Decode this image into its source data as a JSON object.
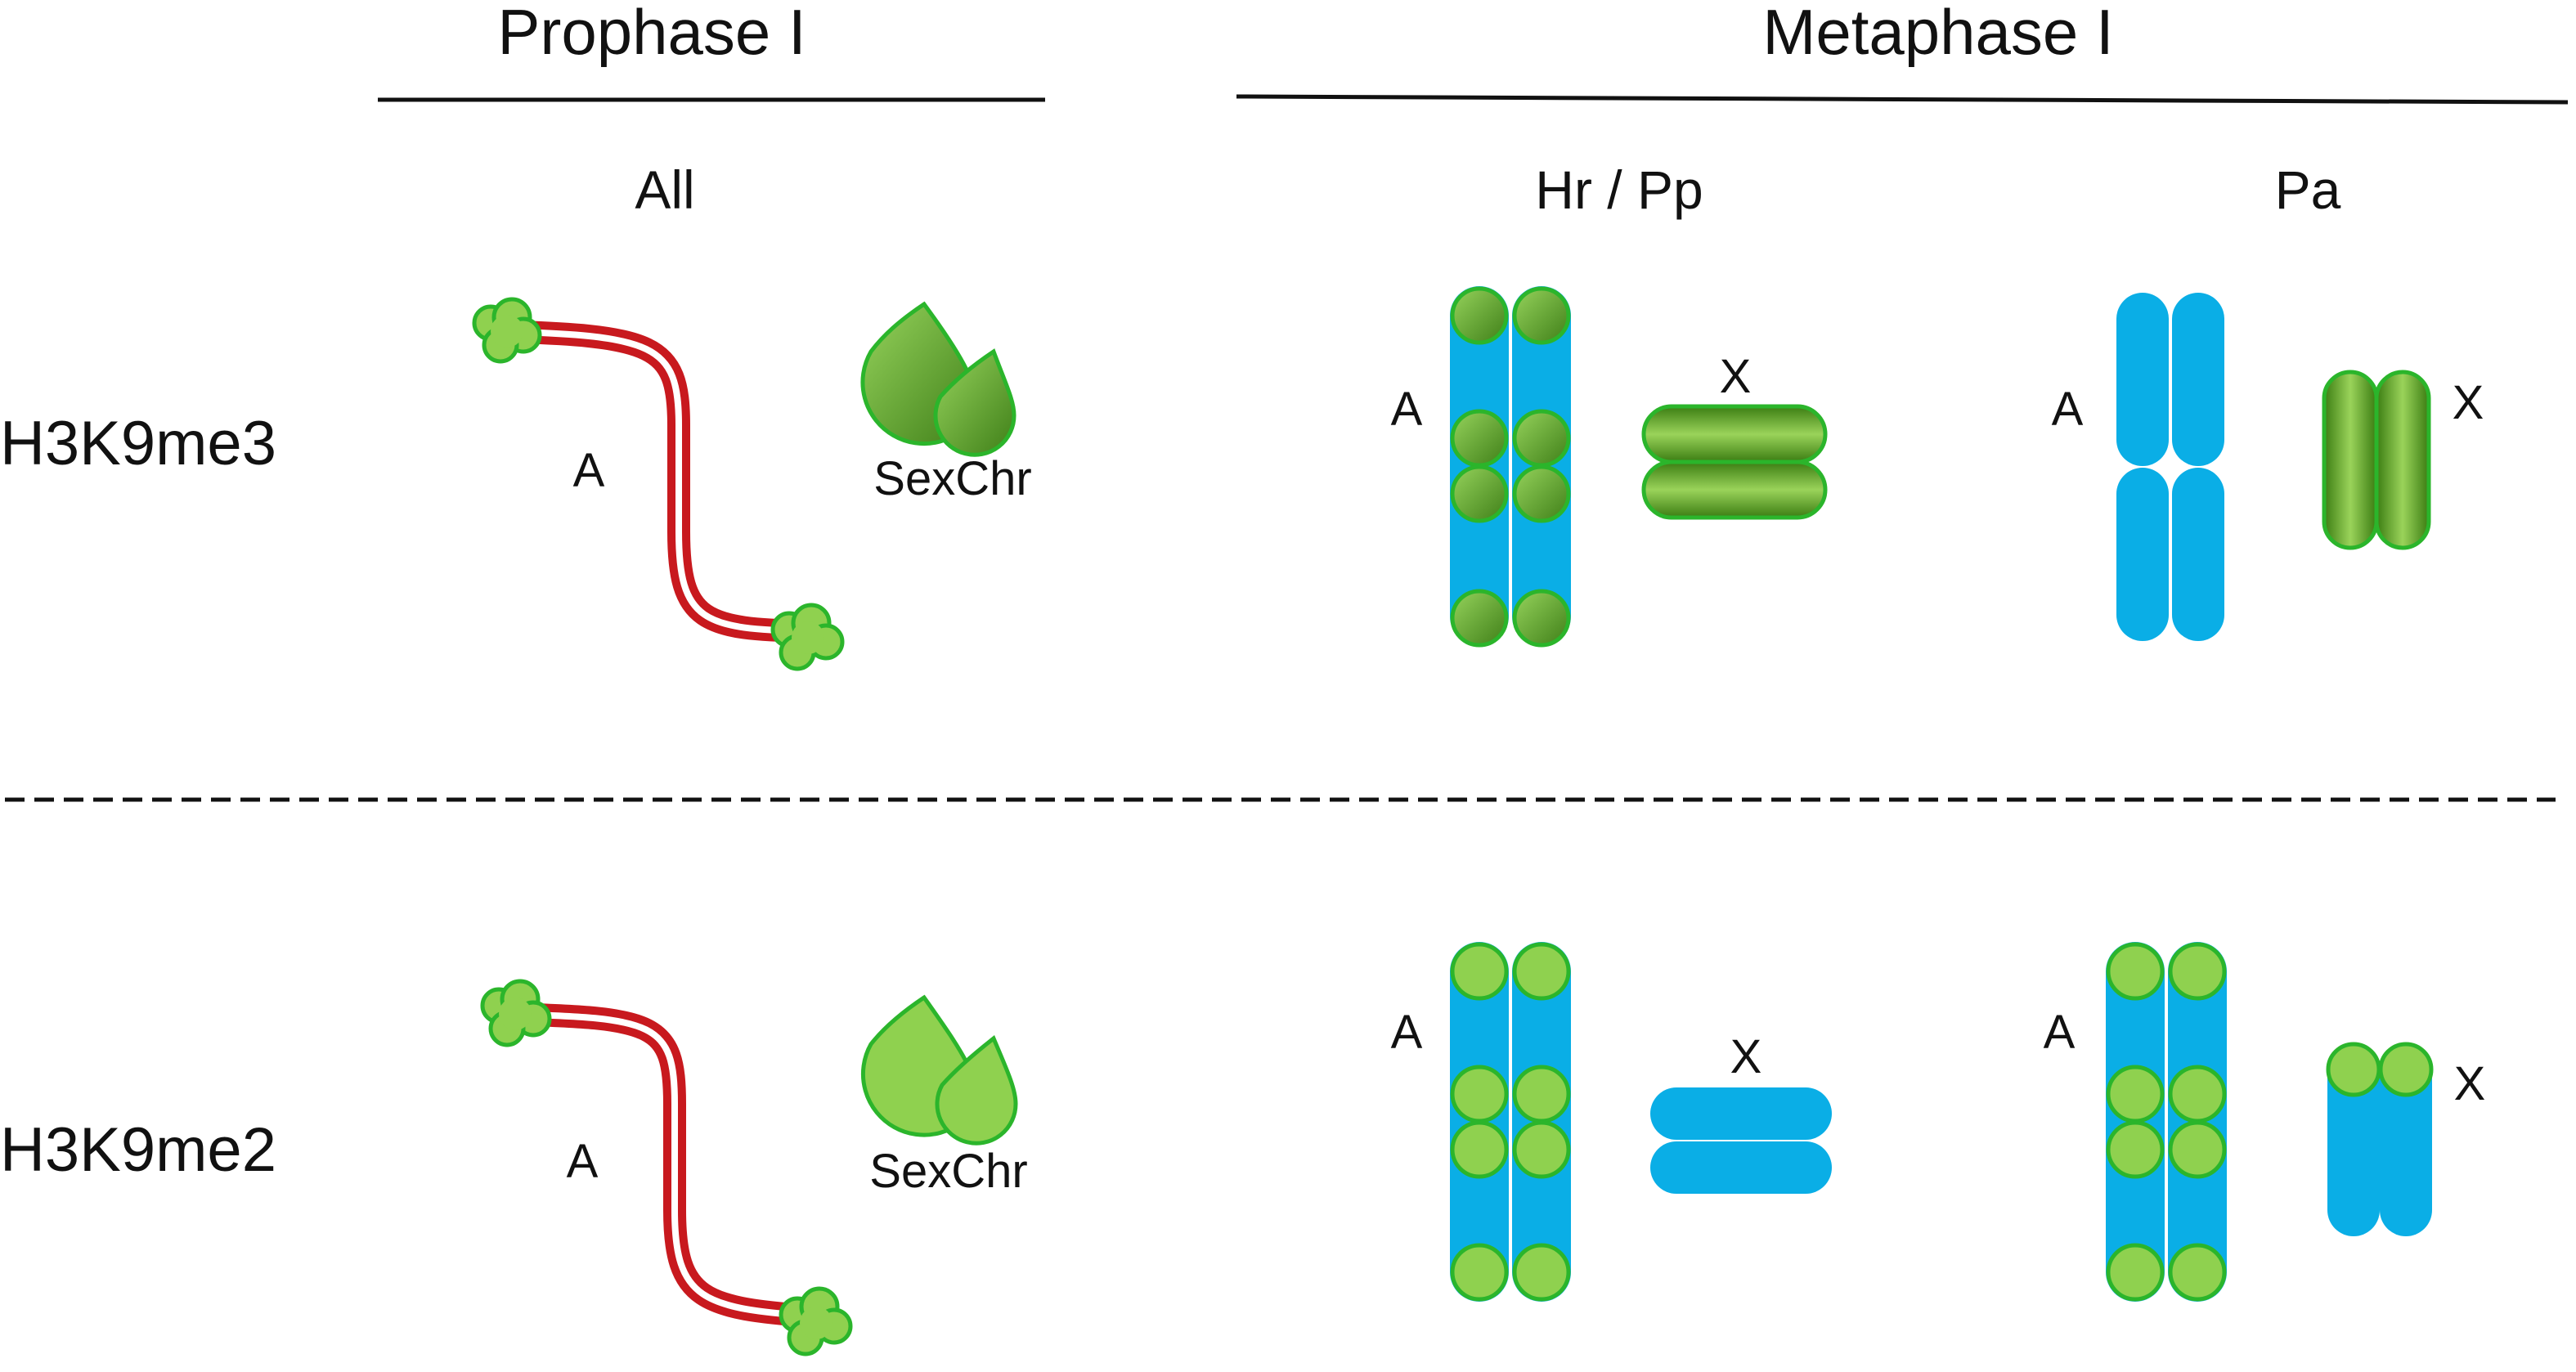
{
  "headers": {
    "prophase": "Prophase I",
    "metaphase": "Metaphase I"
  },
  "columns": {
    "all": "All",
    "hrpp": "Hr / Pp",
    "pa": "Pa"
  },
  "rows": {
    "h3k9me3": "H3K9me3",
    "h3k9me2": "H3K9me2"
  },
  "labels": {
    "autosome": "A",
    "x": "X",
    "sexchr": "SexChr"
  },
  "colors": {
    "chromatid_blue": "#0aaee6",
    "signal_green": "#8fd14f",
    "signal_dark_green": "#3b7d12",
    "outline_green": "#2bb52b",
    "axis_red": "#c8191e",
    "text": "#111111"
  }
}
